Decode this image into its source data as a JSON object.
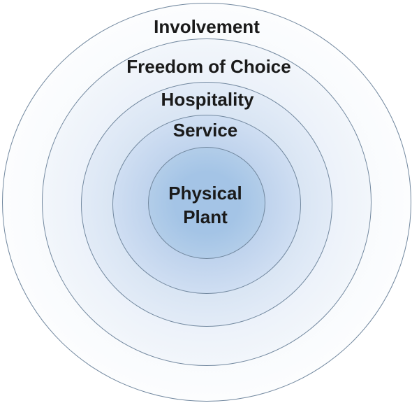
{
  "diagram": {
    "type": "concentric-circles",
    "description": "Nested rings model from outermost to innermost layer",
    "background_color": "#ffffff",
    "stroke_color": "#72889f",
    "text_color": "#1a1a1a",
    "rings": [
      {
        "label": "Involvement",
        "fill_center": "#f4f8fc",
        "fill_edge": "#fcfdfe"
      },
      {
        "label": "Freedom of Choice",
        "fill_center": "#e7eef8",
        "fill_edge": "#f2f6fb"
      },
      {
        "label": "Hospitality",
        "fill_center": "#d3e1f1",
        "fill_edge": "#e2ebf7"
      },
      {
        "label": "Service",
        "fill_center": "#bcd1ec",
        "fill_edge": "#cfdef2"
      },
      {
        "label": "Physical Plant",
        "fill_center": "#a4c4e6",
        "fill_edge": "#b2cde9"
      }
    ]
  }
}
